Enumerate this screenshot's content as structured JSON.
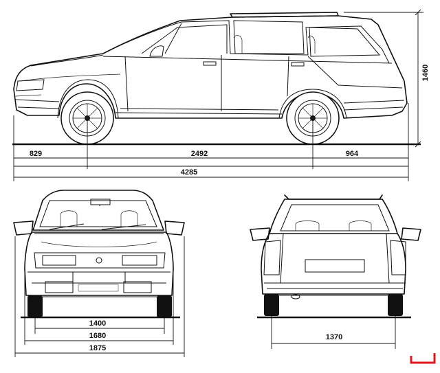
{
  "dimensions": {
    "front_overhang": "829",
    "wheelbase": "2492",
    "rear_overhang": "964",
    "overall_length": "4285",
    "height": "1460",
    "front_track": "1400",
    "body_width": "1680",
    "mirror_width": "1875",
    "rear_track": "1370"
  },
  "colors": {
    "line": "#111111",
    "background": "#ffffff",
    "corner_mark": "#e0161c"
  },
  "icons": {
    "corner_mark": "red-bracket-mark"
  }
}
